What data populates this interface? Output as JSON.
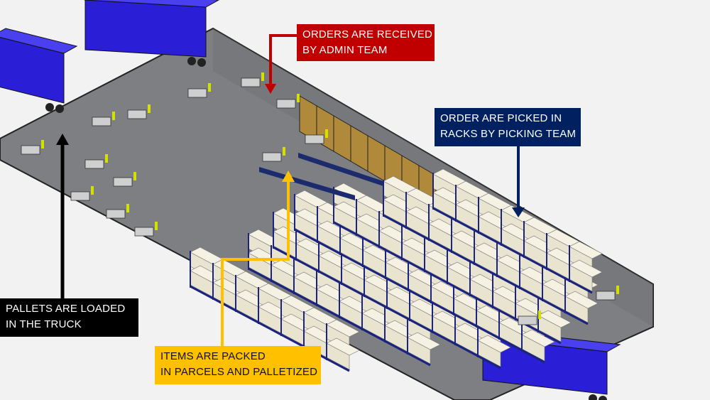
{
  "labels": {
    "received": {
      "line1": "ORDERS ARE RECEIVED",
      "line2": "BY ADMIN TEAM",
      "color": "#c00000"
    },
    "picked": {
      "line1": "ORDER ARE PICKED IN",
      "line2": "RACKS BY PICKING TEAM",
      "color": "#002060"
    },
    "loaded": {
      "line1": "PALLETS ARE LOADED",
      "line2": "IN THE TRUCK",
      "color": "#000000"
    },
    "packed": {
      "line1": "ITEMS ARE PACKED",
      "line2": "IN PARCELS AND PALLETIZED",
      "color": "#ffc000"
    }
  },
  "colors": {
    "floor": "#808285",
    "truck": "#2a1fd6",
    "rack": "#1a237e",
    "pallet": "#e8e4d0",
    "shelf": "#b08a3a"
  }
}
